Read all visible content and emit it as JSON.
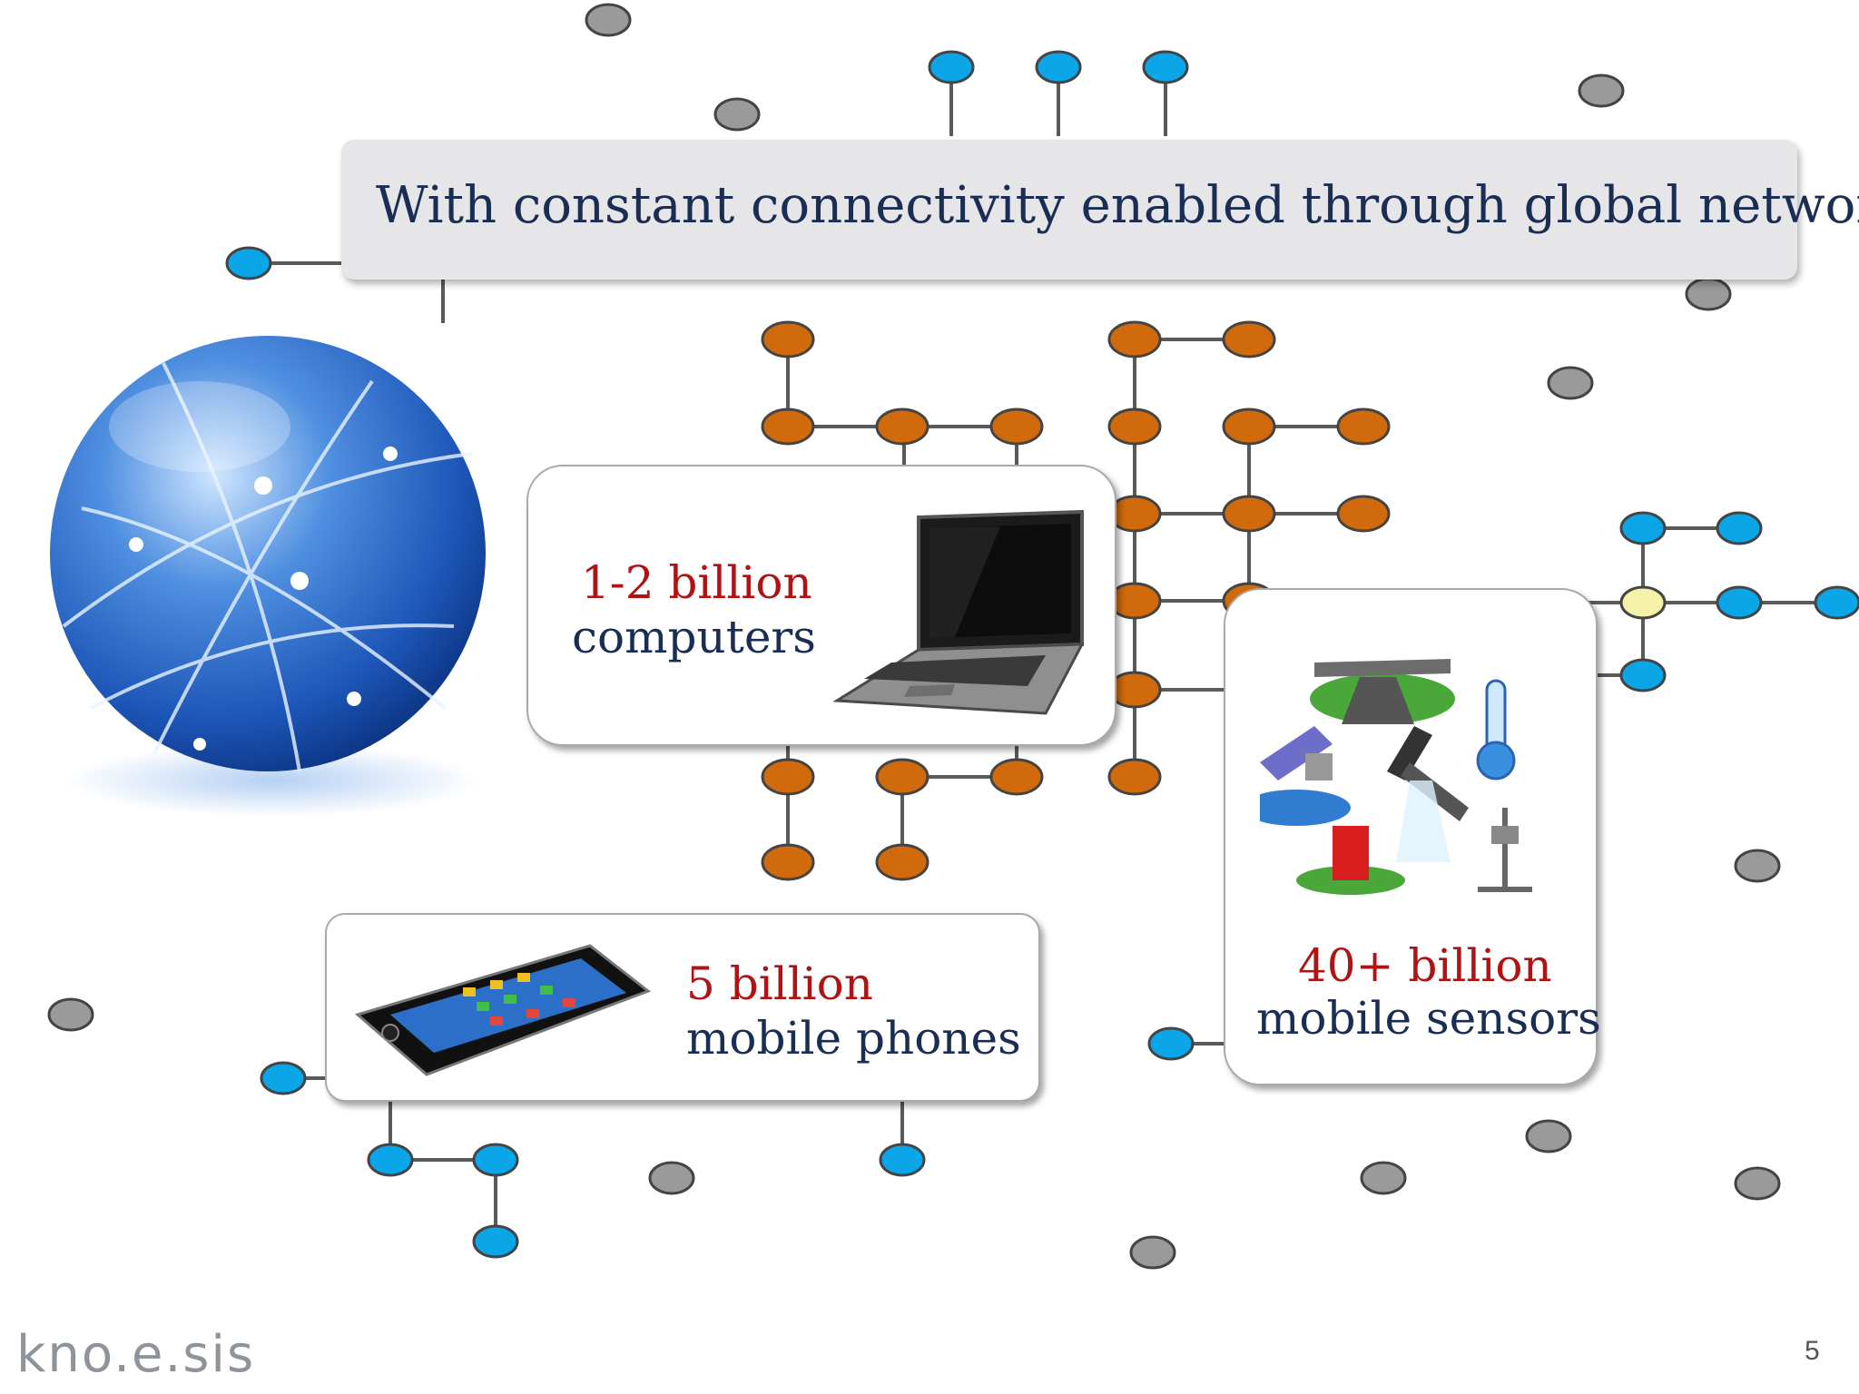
{
  "slide": {
    "title": "With constant connectivity enabled through global networks",
    "page_number": "5",
    "logo_text": "kno.e.sis"
  },
  "boxes": {
    "computers": {
      "count": "1-2 billion",
      "label": "computers",
      "image": "laptop-image"
    },
    "phones": {
      "count": "5 billion",
      "label": "mobile phones",
      "image": "smartphone-image"
    },
    "sensors": {
      "count": "40+ billion",
      "label": "mobile sensors",
      "image": "sensor-icons-image"
    }
  },
  "colors": {
    "title_text": "#1a2e55",
    "count_text": "#b01313",
    "node_blue": "#0aa6e8",
    "node_orange": "#d06a0c",
    "node_gray": "#9a9a9a",
    "node_yellow": "#f4f1a8"
  }
}
